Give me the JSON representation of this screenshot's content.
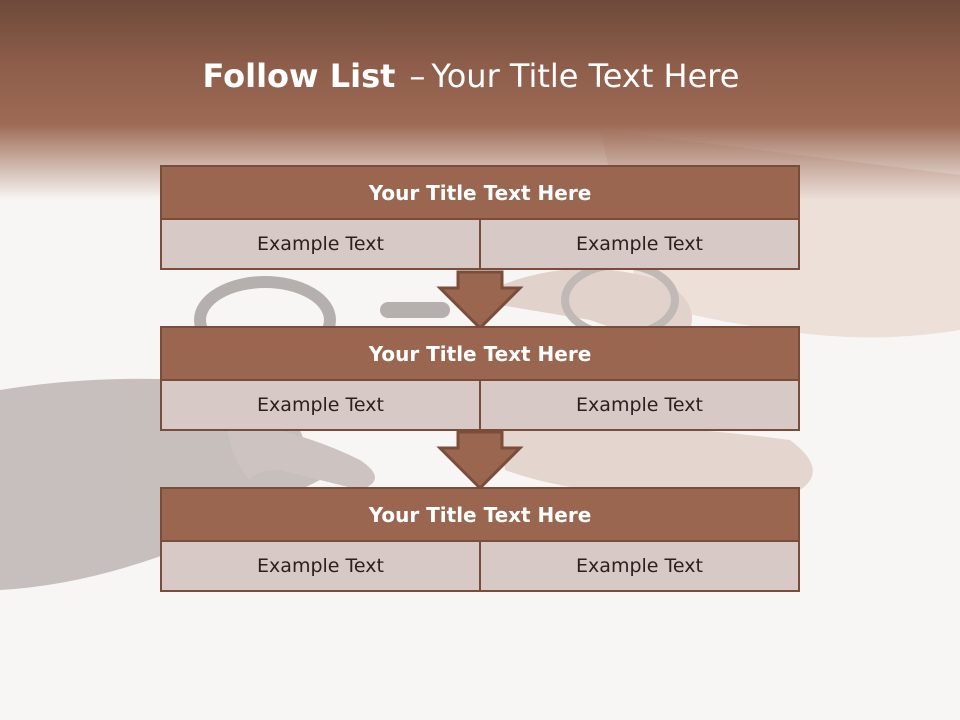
{
  "slide": {
    "title_bold": "Follow List",
    "title_dash": "–",
    "title_rest": "Your Title Text Here"
  },
  "blocks": [
    {
      "title": "Your Title Text Here",
      "left": "Example Text",
      "right": "Example Text"
    },
    {
      "title": "Your Title Text Here",
      "left": "Example Text",
      "right": "Example Text"
    },
    {
      "title": "Your Title Text Here",
      "left": "Example Text",
      "right": "Example Text"
    }
  ],
  "colors": {
    "header": "#9d6a55",
    "title_bar": "#9a6650",
    "cell": "#d7c9c6",
    "border": "#7a4d3b",
    "arrow": "#9a6650"
  }
}
